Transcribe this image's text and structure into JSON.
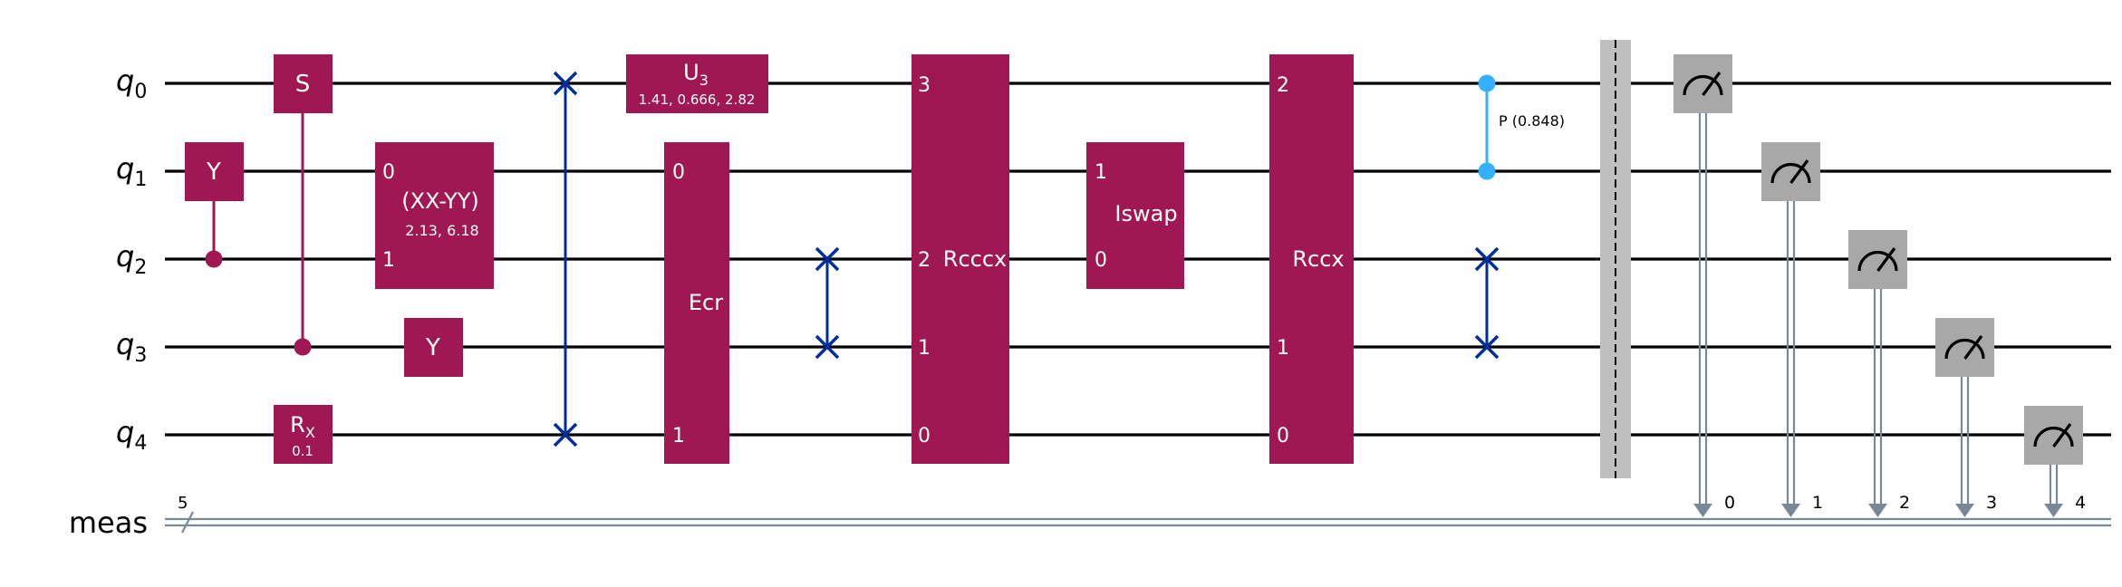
{
  "qubits": [
    {
      "letter": "q",
      "index": "0"
    },
    {
      "letter": "q",
      "index": "1"
    },
    {
      "letter": "q",
      "index": "2"
    },
    {
      "letter": "q",
      "index": "3"
    },
    {
      "letter": "q",
      "index": "4"
    }
  ],
  "classical_register": {
    "label": "meas",
    "width": "5"
  },
  "colors": {
    "gate": "#9F1853",
    "swap": "#002D9C",
    "phase": "#33B1FF",
    "measure": "#A8A8A8",
    "barrier": "#BFBFBF",
    "classical": "#778899",
    "wire": "#000000"
  },
  "gates": {
    "y_q1": {
      "label": "Y"
    },
    "s_q0": {
      "label": "S"
    },
    "rx_q4": {
      "label": "R",
      "sub": "X",
      "param": "0.1"
    },
    "xxyy": {
      "label": "(XX-YY)",
      "params": "2.13, 6.18",
      "pin_top": "0",
      "pin_bottom": "1"
    },
    "y_q3": {
      "label": "Y"
    },
    "u3_q0": {
      "label": "U",
      "sub": "3",
      "params": "1.41, 0.666, 2.82"
    },
    "ecr": {
      "label": "Ecr",
      "pin_top": "0",
      "pin_bottom": "1"
    },
    "rcccx": {
      "label": "Rcccx",
      "pins": [
        "3",
        "2",
        "1",
        "0"
      ]
    },
    "iswap": {
      "label": "Iswap",
      "pin_top": "1",
      "pin_bottom": "0"
    },
    "rccx": {
      "label": "Rccx",
      "pins": [
        "2",
        "1",
        "0"
      ]
    },
    "cphase": {
      "label": "P (0.848)"
    }
  },
  "measure_bits": [
    "0",
    "1",
    "2",
    "3",
    "4"
  ]
}
